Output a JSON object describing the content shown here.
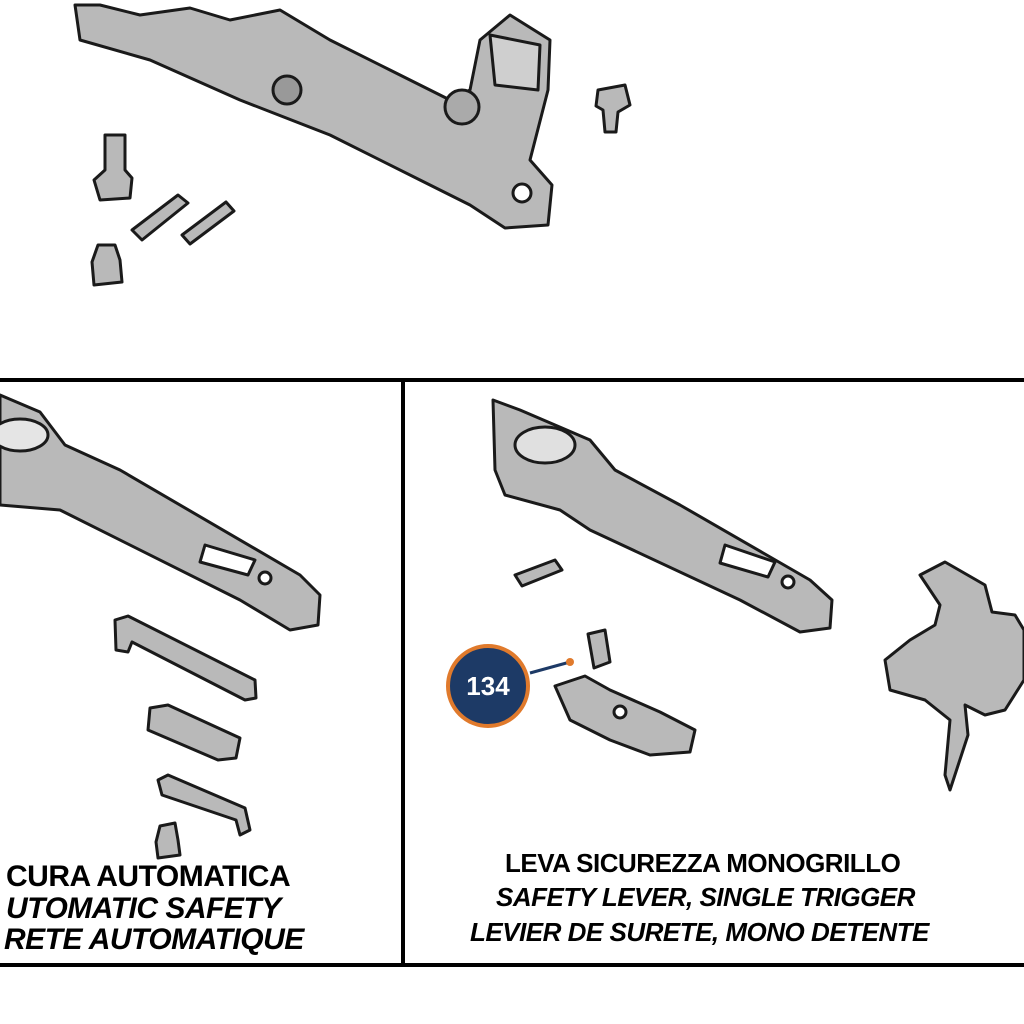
{
  "left_panel": {
    "caption_it": "CURA AUTOMATICA",
    "caption_en": "UTOMATIC SAFETY",
    "caption_fr": "RETE AUTOMATIQUE"
  },
  "right_panel": {
    "caption_it": "LEVA SICUREZZA MONOGRILLO",
    "caption_en": "SAFETY LEVER, SINGLE TRIGGER",
    "caption_fr": "LEVIER DE SURETE, MONO DETENTE"
  },
  "callout": {
    "number": "134"
  },
  "colors": {
    "part_fill": "#b9b9b9",
    "outline": "#1a1a1a",
    "callout_fill": "#1d3a66",
    "callout_ring": "#e07a2c"
  }
}
